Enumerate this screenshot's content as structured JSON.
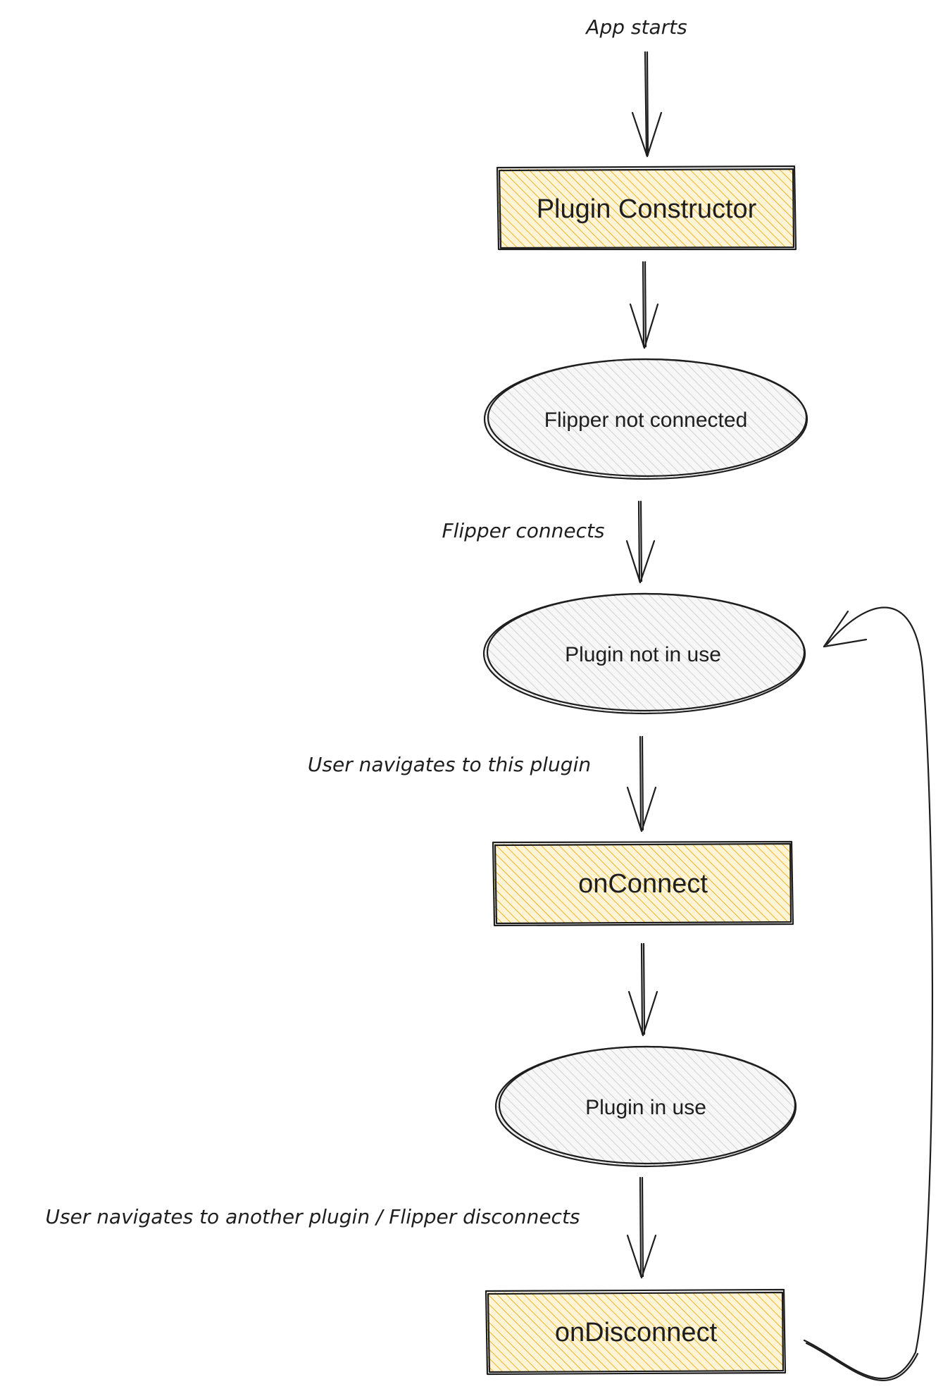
{
  "diagram": {
    "nodes": {
      "constructor": "Plugin Constructor",
      "not_connected": "Flipper not connected",
      "not_in_use": "Plugin not in use",
      "on_connect": "onConnect",
      "in_use": "Plugin in use",
      "on_disconnect": "onDisconnect"
    },
    "labels": {
      "app_starts": "App starts",
      "flipper_connects": "Flipper connects",
      "navigates_this": "User navigates to this plugin",
      "navigates_other": "User navigates to another plugin / Flipper disconnects"
    },
    "colors": {
      "box_hatch": "#f0b429",
      "box_bg": "#fff4d6",
      "ellipse_hatch": "#c8c8c8",
      "ellipse_bg": "#f7f7f7",
      "stroke": "#1e1e1e"
    }
  }
}
